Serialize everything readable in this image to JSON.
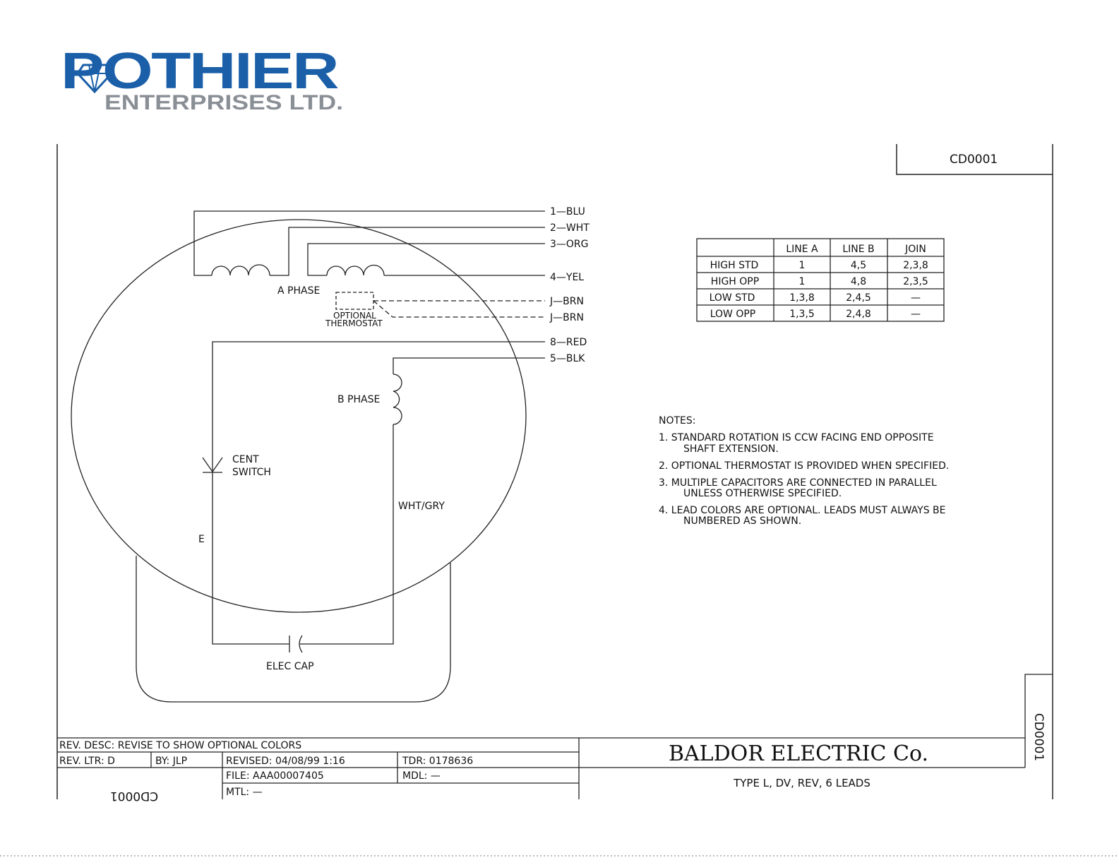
{
  "logo": {
    "name": "POTHIER",
    "subtitle": "ENTERPRISES LTD."
  },
  "drawing_number": "CD0001",
  "leads": {
    "l1": "1—BLU",
    "l2": "2—WHT",
    "l3": "3—ORG",
    "l4": "4—YEL",
    "j1": "J—BRN",
    "j2": "J—BRN",
    "l8": "8—RED",
    "l5": "5—BLK"
  },
  "labels": {
    "a_phase": "A  PHASE",
    "optional": "OPTIONAL",
    "thermostat": "THERMOSTAT",
    "b_phase": "B  PHASE",
    "cent": "CENT",
    "switch": "SWITCH",
    "wht_gry": "WHT/GRY",
    "e": "E",
    "elec_cap": "ELEC  CAP"
  },
  "connection_table": {
    "headers": [
      "",
      "LINE  A",
      "LINE  B",
      "JOIN"
    ],
    "rows": [
      [
        "HIGH  STD",
        "1",
        "4,5",
        "2,3,8"
      ],
      [
        "HIGH  OPP",
        "1",
        "4,8",
        "2,3,5"
      ],
      [
        "LOW  STD",
        "1,3,8",
        "2,4,5",
        "—"
      ],
      [
        "LOW  OPP",
        "1,3,5",
        "2,4,8",
        "—"
      ]
    ]
  },
  "notes": {
    "title": "NOTES:",
    "n1a": "1.  STANDARD  ROTATION  IS  CCW  FACING  END  OPPOSITE",
    "n1b": "SHAFT  EXTENSION.",
    "n2": "2.  OPTIONAL  THERMOSTAT  IS  PROVIDED  WHEN  SPECIFIED.",
    "n3a": "3.  MULTIPLE  CAPACITORS  ARE  CONNECTED  IN  PARALLEL",
    "n3b": "UNLESS  OTHERWISE  SPECIFIED.",
    "n4a": "4.  LEAD  COLORS  ARE  OPTIONAL.   LEADS  MUST  ALWAYS  BE",
    "n4b": "NUMBERED  AS  SHOWN."
  },
  "title_block": {
    "rev_desc": "REV.  DESC:   REVISE  TO  SHOW  OPTIONAL  COLORS",
    "rev_ltr": "REV.  LTR:   D",
    "by": "BY:   JLP",
    "revised": "REVISED:  04/08/99  1:16",
    "tdr": "TDR:  0178636",
    "file": "FILE:  AAA00007405",
    "mdl": "MDL:  —",
    "mtl": "MTL:  —",
    "company": "BALDOR   ELECTRIC   Co.",
    "description": "TYPE  L,  DV,  REV,  6  LEADS"
  }
}
